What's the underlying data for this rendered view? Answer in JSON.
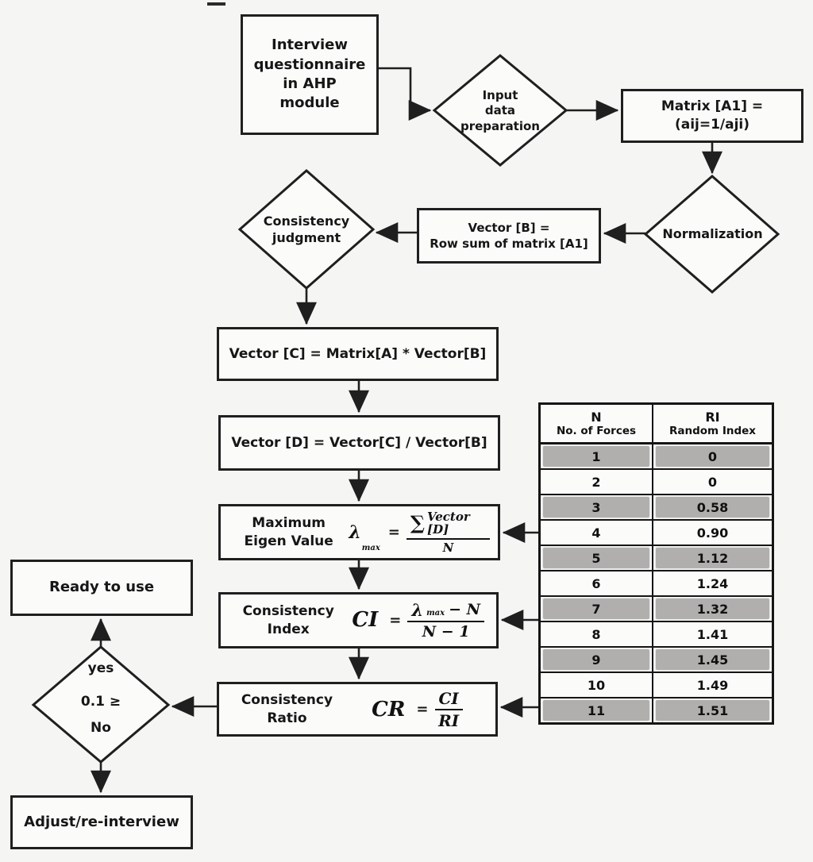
{
  "flowchart": {
    "nodes": {
      "interview": {
        "label": "Interview\nquestionnaire\nin AHP\nmodule"
      },
      "input_prep": {
        "label": "Input\ndata\npreparation"
      },
      "matrix_a1": {
        "label": "Matrix [A1] =\n(aij=1/aji)"
      },
      "normalization": {
        "label": "Normalization"
      },
      "vector_b": {
        "label": "Vector [B] =\nRow sum of matrix [A1]"
      },
      "consistency_judgment": {
        "label": "Consistency\njudgment"
      },
      "vector_c": {
        "label": "Vector [C] = Matrix[A] * Vector[B]"
      },
      "vector_d": {
        "label": "Vector [D] = Vector[C] / Vector[B]"
      },
      "max_eigen": {
        "label": "Maximum\nEigen Value",
        "formula": {
          "lambda": "λ",
          "sub": "max",
          "equals": "=",
          "sigma": "∑",
          "numerator": "Vector [D]",
          "denominator": "N"
        }
      },
      "consistency_index": {
        "label": "Consistency\nIndex",
        "formula": {
          "lhs": "CI",
          "equals": "=",
          "num_lambda": "λ",
          "num_sub": "max",
          "num_tail": "− N",
          "denominator": "N − 1"
        }
      },
      "consistency_ratio": {
        "label": "Consistency\nRatio",
        "formula": {
          "lhs": "CR",
          "equals": "=",
          "numerator": "CI",
          "denominator": "RI"
        }
      },
      "decision": {
        "yes": "yes",
        "condition": "0.1 ≥",
        "no": "No"
      },
      "ready": {
        "label": "Ready to use"
      },
      "adjust": {
        "label": "Adjust/re-interview"
      }
    },
    "table": {
      "col1_title": "N",
      "col1_sub": "No. of Forces",
      "col2_title": "RI",
      "col2_sub": "Random Index",
      "rows": [
        [
          "1",
          "0"
        ],
        [
          "2",
          "0"
        ],
        [
          "3",
          "0.58"
        ],
        [
          "4",
          "0.90"
        ],
        [
          "5",
          "1.12"
        ],
        [
          "6",
          "1.24"
        ],
        [
          "7",
          "1.32"
        ],
        [
          "8",
          "1.41"
        ],
        [
          "9",
          "1.45"
        ],
        [
          "10",
          "1.49"
        ],
        [
          "11",
          "1.51"
        ]
      ]
    },
    "colors": {
      "line": "#1f1f1f",
      "box_fill": "#fbfbfa",
      "background": "#f5f5f4",
      "row_shade": "#b0afae"
    }
  }
}
